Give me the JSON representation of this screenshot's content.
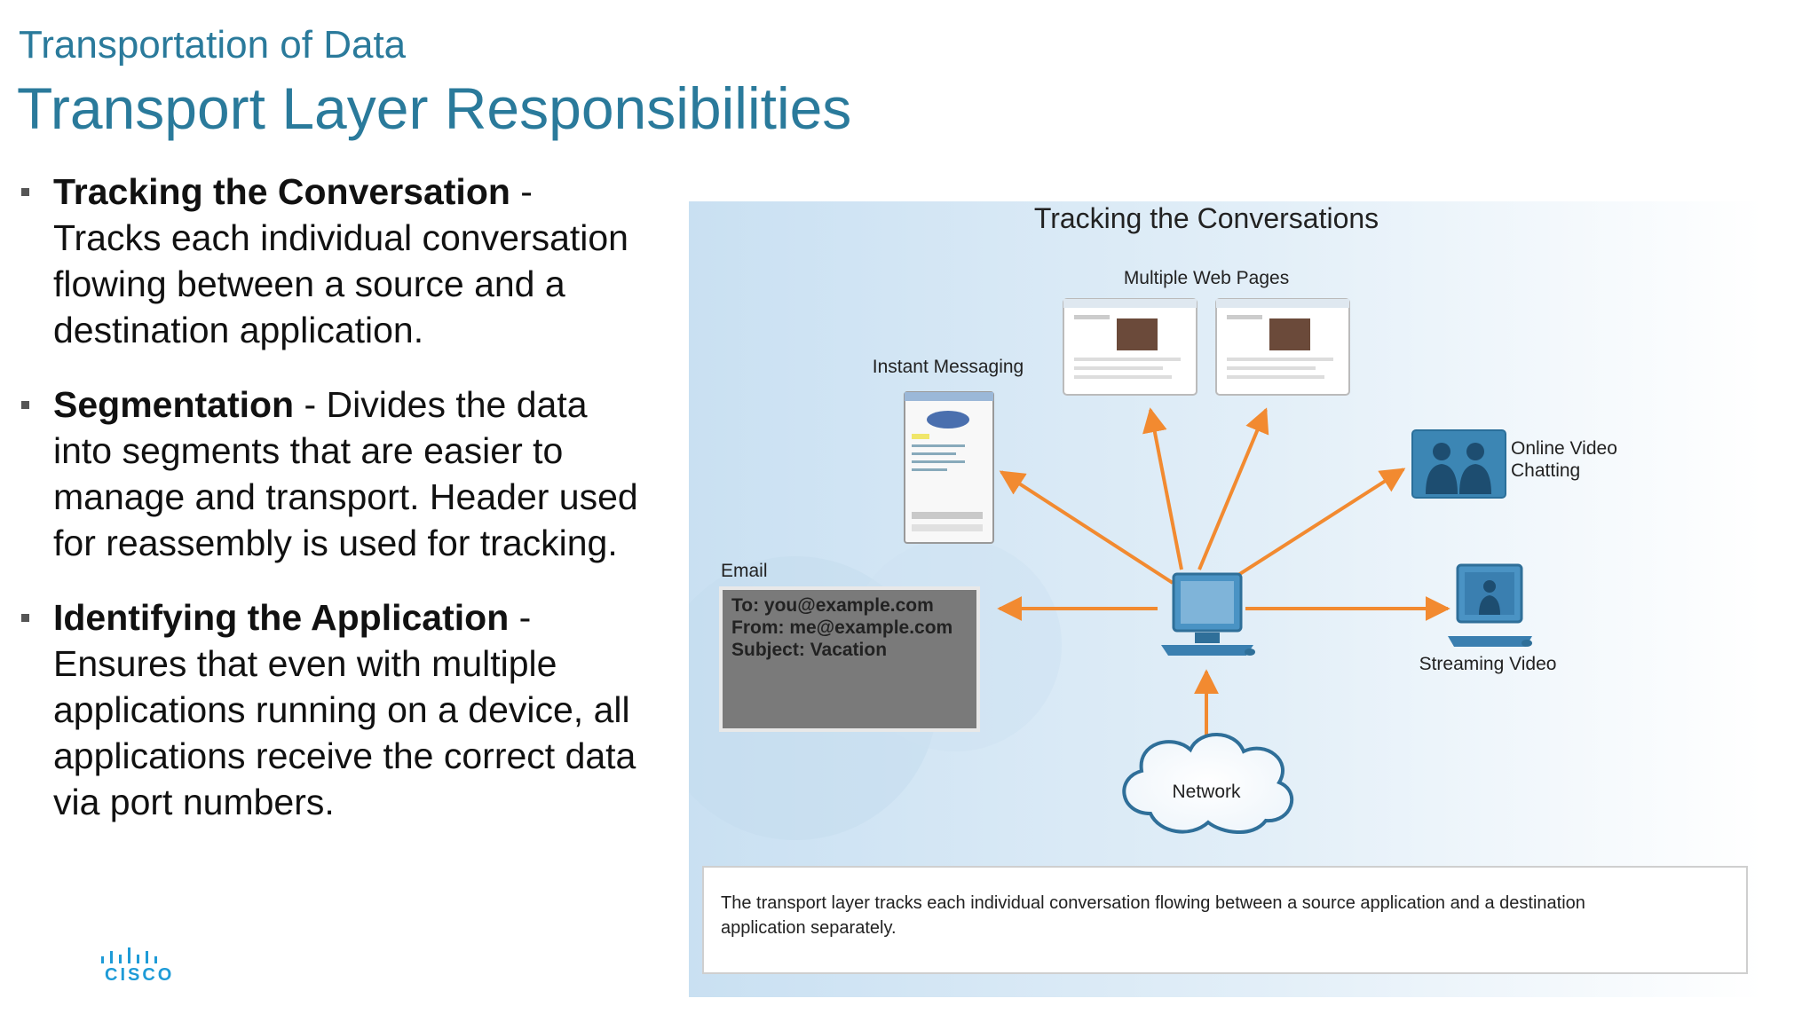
{
  "header": {
    "subtitle": "Transportation of Data",
    "title": "Transport Layer Responsibilities"
  },
  "bullets": [
    {
      "term": "Tracking the Conversation",
      "separator": " - ",
      "text": "Tracks each individual conversation flowing between a source and a destination application."
    },
    {
      "term": "Segmentation",
      "separator": " - ",
      "text": "Divides the data into segments that are easier to manage and transport. Header used for reassembly is used for tracking."
    },
    {
      "term": "Identifying the Application",
      "separator": " - ",
      "text": "Ensures that even with multiple applications running on a device, all applications receive the correct data via port numbers."
    }
  ],
  "logo": {
    "text": "CISCO"
  },
  "diagram": {
    "title": "Tracking the Conversations",
    "labels": {
      "web_pages": "Multiple Web Pages",
      "instant_messaging": "Instant Messaging",
      "online_video": "Online Video",
      "chatting": "Chatting",
      "email": "Email",
      "streaming_video": "Streaming Video",
      "network": "Network"
    },
    "email": {
      "to": "To: you@example.com",
      "from": "From: me@example.com",
      "subject": "Subject: Vacation"
    },
    "caption_line1": "The transport layer tracks each individual conversation flowing between a source application and a destination",
    "caption_line2": "application separately."
  },
  "colors": {
    "accent": "#2a7a9b",
    "arrow": "#f28a30",
    "panel_bg": "#d4e7f5"
  }
}
